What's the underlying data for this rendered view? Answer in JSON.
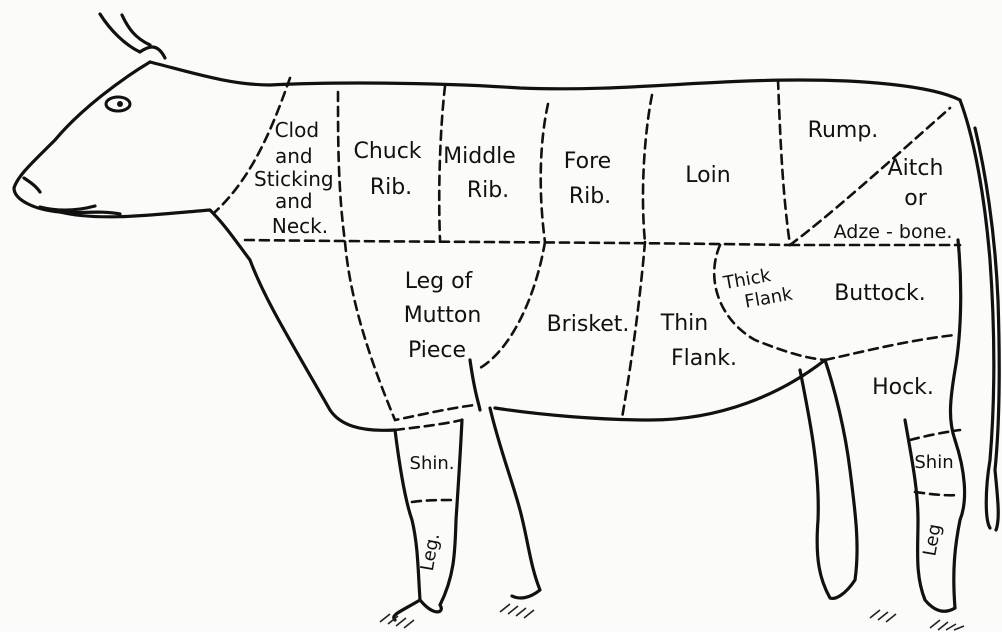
{
  "cuts": {
    "clod": [
      "Clod",
      "and",
      "Sticking",
      "and",
      "Neck."
    ],
    "chuck": [
      "Chuck",
      "Rib."
    ],
    "middle": [
      "Middle",
      "Rib."
    ],
    "fore": [
      "Fore",
      "Rib."
    ],
    "loin": [
      "Loin"
    ],
    "rump": [
      "Rump."
    ],
    "aitch": [
      "Aitch",
      "or",
      "Adze - bone."
    ],
    "leg_mutton": [
      "Leg of",
      "Mutton",
      "Piece"
    ],
    "brisket": [
      "Brisket."
    ],
    "thin_flank": [
      "Thin",
      "Flank."
    ],
    "thick_flank": [
      "Thick",
      "Flank"
    ],
    "buttock": [
      "Buttock."
    ],
    "hock": [
      "Hock."
    ],
    "shin_front": [
      "Shin."
    ],
    "leg_front": [
      "Leg."
    ],
    "shin_hind": [
      "Shin"
    ],
    "leg_hind": [
      "Leg"
    ]
  }
}
